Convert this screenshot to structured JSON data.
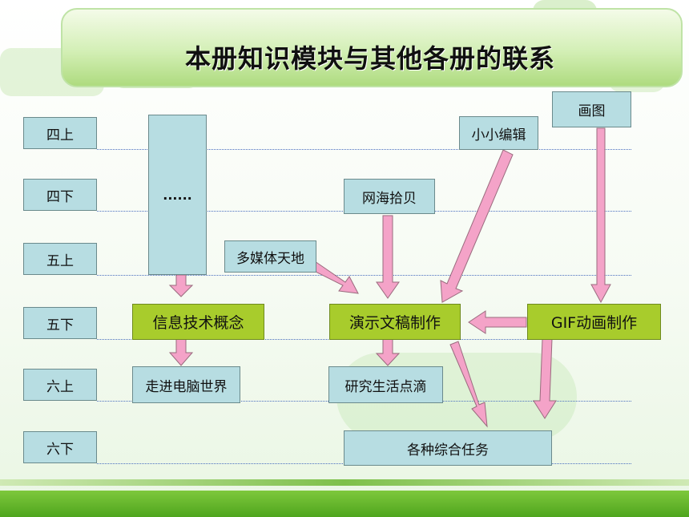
{
  "title": "本册知识模块与其他各册的联系",
  "grades": [
    "四上",
    "四下",
    "五上",
    "五下",
    "六上",
    "六下"
  ],
  "ellipsis": "......",
  "boxes": {
    "info_concept": "信息技术概念",
    "presentation": "演示文稿制作",
    "gif": "GIF动画制作",
    "computer_world": "走进电脑世界",
    "life_study": "研究生活点滴",
    "tasks": "各种综合任务",
    "multimedia": "多媒体天地",
    "web": "网海拾贝",
    "editor": "小小编辑",
    "drawing": "画图"
  },
  "colors": {
    "box_fill": "#b7dde2",
    "highlight_fill": "#a8cc2c",
    "arrow_fill": "#f4a3c8",
    "dotted_line": "#4a6fbf"
  }
}
